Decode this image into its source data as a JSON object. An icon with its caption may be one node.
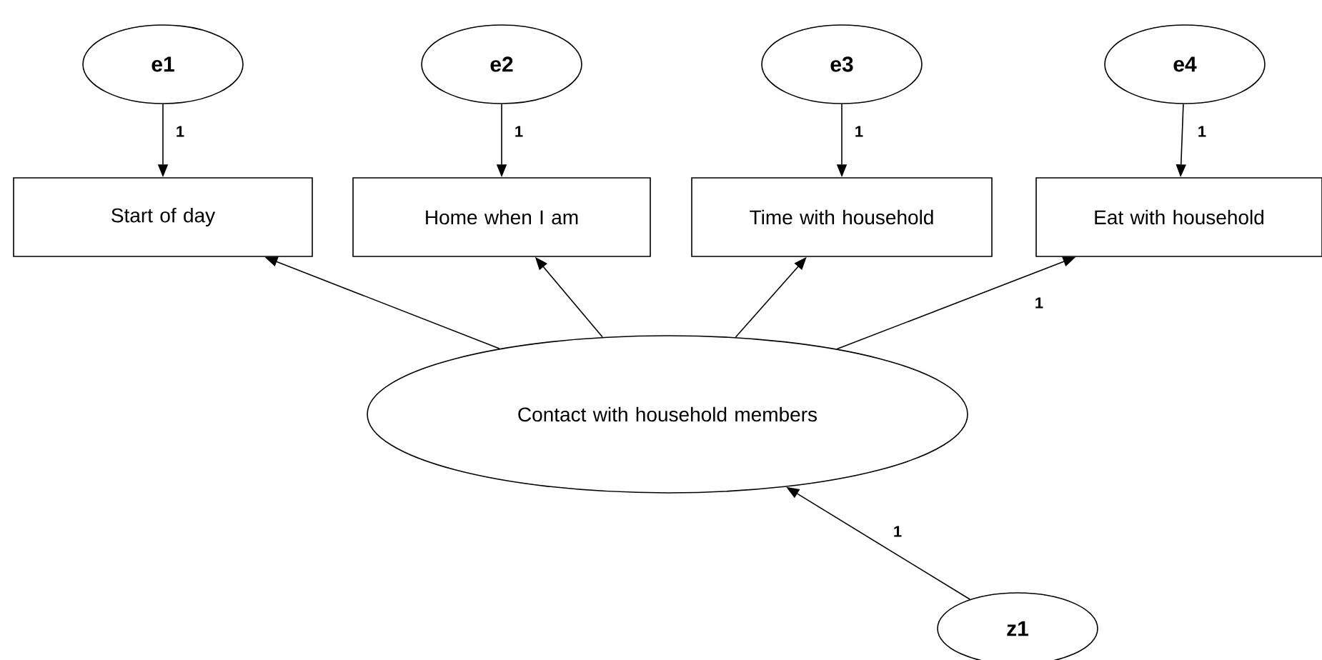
{
  "diagram": {
    "nodes": [
      {
        "text": [
          "e1"
        ]
      },
      {
        "text": [
          "e2"
        ]
      },
      {
        "text": [
          "e3"
        ]
      },
      {
        "text": [
          "e4"
        ]
      },
      {
        "text": [
          "Start of day"
        ]
      },
      {
        "text": [
          "Home when I am"
        ]
      },
      {
        "text": [
          "Time with household"
        ]
      },
      {
        "text": [
          "Eat with household"
        ]
      },
      {
        "text": [
          "Contact with household members"
        ]
      },
      {
        "text": [
          "z1"
        ]
      }
    ],
    "edges": [
      {
        "from": 0,
        "to": 4,
        "arrow": "to",
        "label": "1"
      },
      {
        "from": 1,
        "to": 5,
        "arrow": "to",
        "label": "1"
      },
      {
        "from": 2,
        "to": 6,
        "arrow": "to",
        "label": "1"
      },
      {
        "from": 3,
        "to": 7,
        "arrow": "to",
        "label": "1"
      },
      {
        "from": 8,
        "to": 4,
        "arrow": "to"
      },
      {
        "from": 8,
        "to": 5,
        "arrow": "to"
      },
      {
        "from": 8,
        "to": 6,
        "arrow": "to"
      },
      {
        "from": 8,
        "to": 7,
        "arrow": "to",
        "label": "1"
      },
      {
        "from": 9,
        "to": 8,
        "arrow": "to",
        "label": "1"
      }
    ]
  }
}
